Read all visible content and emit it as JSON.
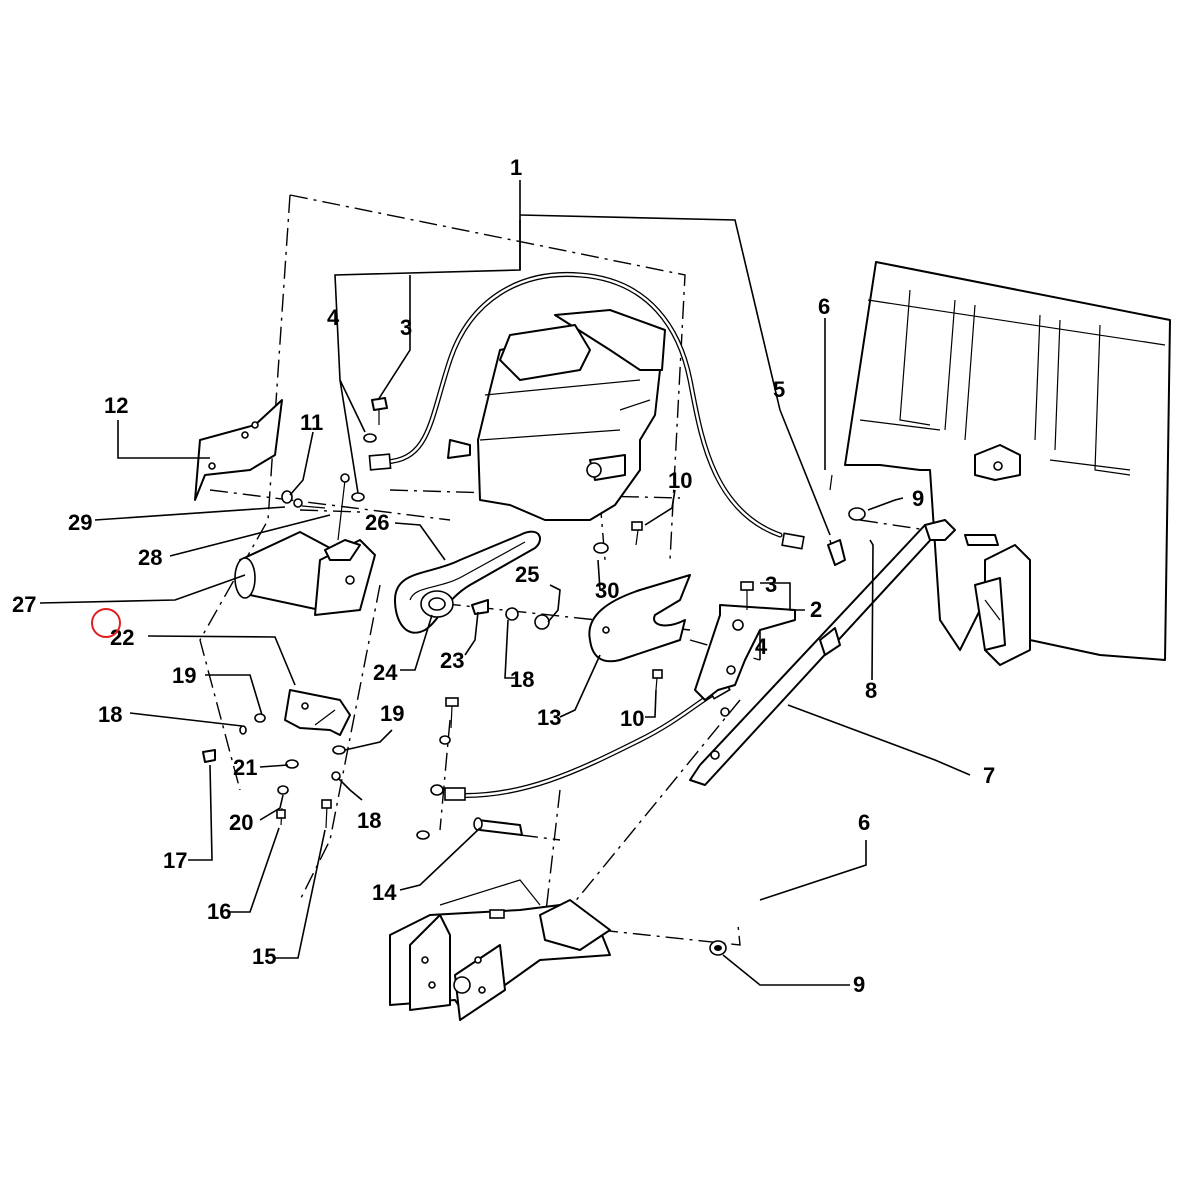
{
  "diagram": {
    "callouts": [
      "1",
      "2",
      "3",
      "3",
      "4",
      "4",
      "5",
      "6",
      "6",
      "7",
      "8",
      "9",
      "9",
      "10",
      "10",
      "11",
      "12",
      "13",
      "14",
      "15",
      "16",
      "17",
      "18",
      "18",
      "18",
      "19",
      "19",
      "20",
      "21",
      "22",
      "23",
      "24",
      "25",
      "26",
      "27",
      "28",
      "29",
      "30"
    ]
  },
  "marker": {
    "color": "#e02020",
    "shape": "circle"
  }
}
